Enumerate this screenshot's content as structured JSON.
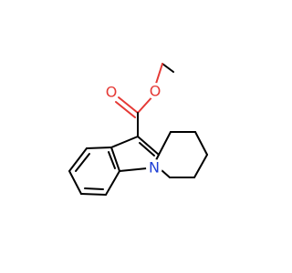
{
  "molecule": {
    "atoms": {
      "carbonyl_oxygen": {
        "symbol": "O",
        "color": "#e53935"
      },
      "ester_oxygen": {
        "symbol": "O",
        "color": "#e53935"
      },
      "ring_nitrogen": {
        "symbol": "N",
        "color": "#1e3fd6"
      }
    },
    "bond_color": "#000000"
  }
}
